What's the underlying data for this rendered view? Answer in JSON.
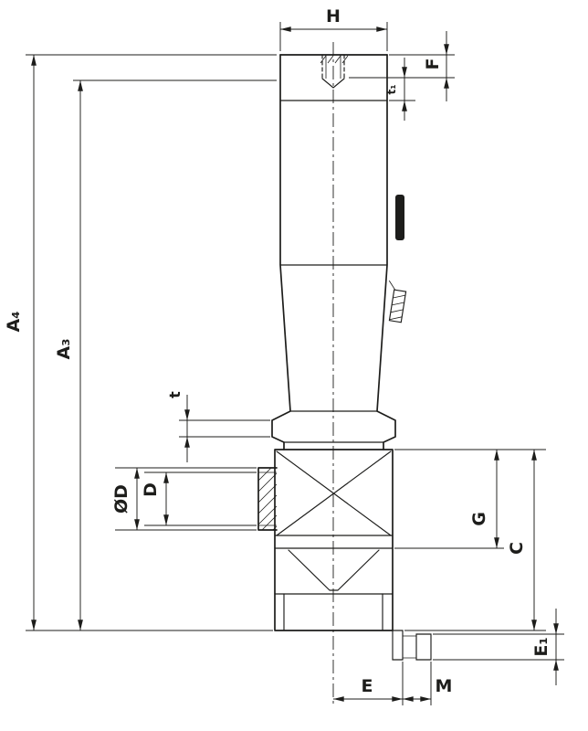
{
  "drawing": {
    "type": "engineering-dimension-drawing",
    "background": "#ffffff",
    "line_color": "#1d1d1b"
  },
  "dims": {
    "H": "H",
    "F": "F",
    "t1": "t₁",
    "A4": "A₄",
    "A3": "A₃",
    "t": "t",
    "OD": "ØD",
    "D": "D",
    "G": "G",
    "C": "C",
    "E1": "E₁",
    "E": "E",
    "M": "M"
  }
}
